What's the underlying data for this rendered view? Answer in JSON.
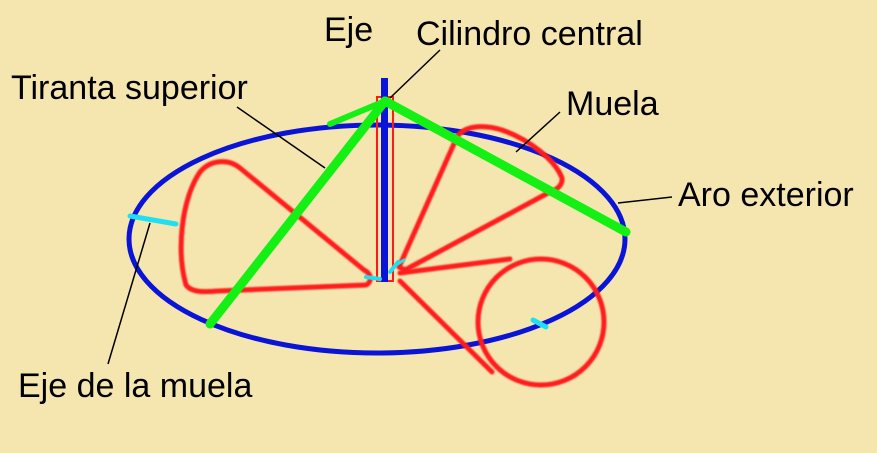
{
  "labels": {
    "eje": "Eje",
    "cilindro_central": "Cilindro central",
    "tiranta_superior": "Tiranta superior",
    "muela": "Muela",
    "aro_exterior": "Aro exterior",
    "eje_de_la_muela": "Eje de la muela"
  },
  "colors": {
    "background": "#f5e6b0",
    "aro_exterior": "#0a14d6",
    "eje": "#0a14d6",
    "tiranta": "#14f014",
    "muela": "#ff1a1a",
    "eje_muela": "#1fe0f0",
    "text": "#000000"
  }
}
